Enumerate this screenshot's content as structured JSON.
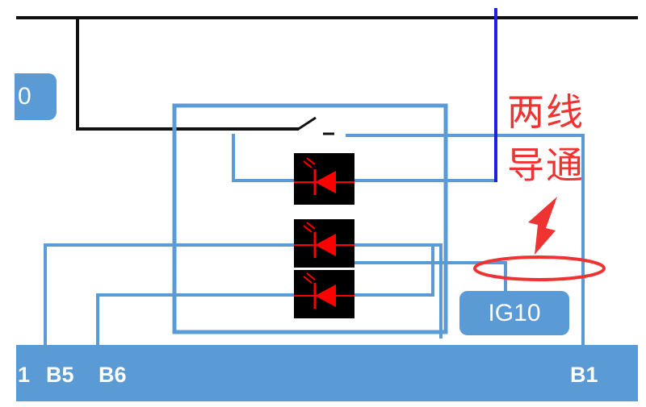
{
  "labels": {
    "left_pin": "0",
    "ig_pin": "IG10",
    "bus_pins": [
      "1",
      "B5",
      "B6",
      "B1"
    ]
  },
  "annotation": {
    "line1": "两线",
    "line2": "导通"
  },
  "colors": {
    "pin_blue": "#5b9bd5",
    "wire_blue": "#5b9bd5",
    "wire_black": "#111111",
    "wire_dark_blue": "#1f1fe0",
    "annotation_red": "#ee3333",
    "diode_red": "#ff0000",
    "diode_bg": "#000000"
  },
  "icons": [
    "switch-icon",
    "diode-icon",
    "arrow-icon",
    "highlight-ellipse"
  ]
}
